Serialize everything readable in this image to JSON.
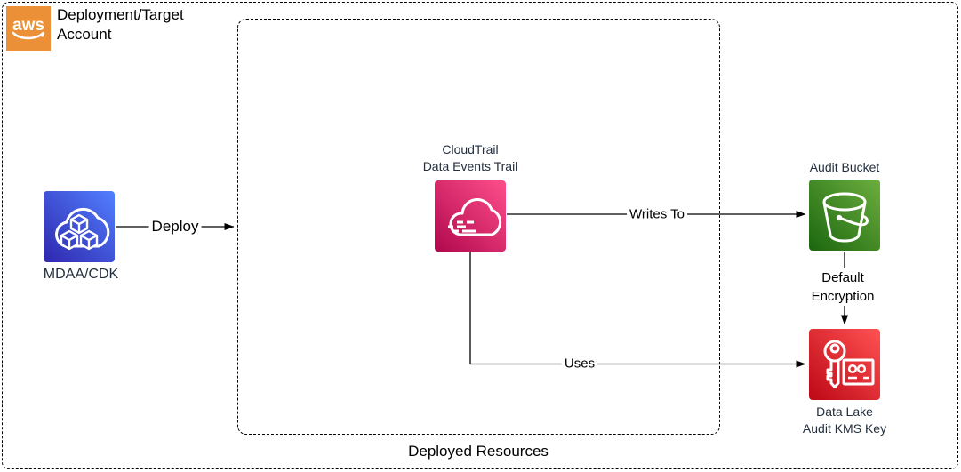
{
  "logo": {
    "text": "aws"
  },
  "account": {
    "label": "Deployment/Target Account"
  },
  "group": {
    "label": "Deployed Resources"
  },
  "nodes": {
    "mdaa": {
      "label": "MDAA/CDK"
    },
    "cloudtrail": {
      "line1": "CloudTrail",
      "line2": "Data Events Trail"
    },
    "bucket": {
      "label": "Audit Bucket"
    },
    "kms": {
      "line1": "Data Lake",
      "line2": "Audit KMS Key"
    }
  },
  "edges": {
    "deploy": {
      "label": "Deploy"
    },
    "writes_to": {
      "label": "Writes To"
    },
    "uses": {
      "label": "Uses"
    },
    "default_encryption": {
      "line1": "Default",
      "line2": "Encryption"
    }
  },
  "colors": {
    "aws_orange": "#EB9036",
    "cdk_blue_dark": "#2E27AD",
    "cdk_blue_light": "#527FFF",
    "cloudtrail_pink_dark": "#B0084D",
    "cloudtrail_pink_light": "#FF4F8B",
    "s3_green_dark": "#1B660F",
    "s3_green_light": "#6CAE3E",
    "kms_red_dark": "#BD0816",
    "kms_red_light": "#FF5252",
    "label_navy": "#232F3E",
    "line_black": "#000000"
  }
}
